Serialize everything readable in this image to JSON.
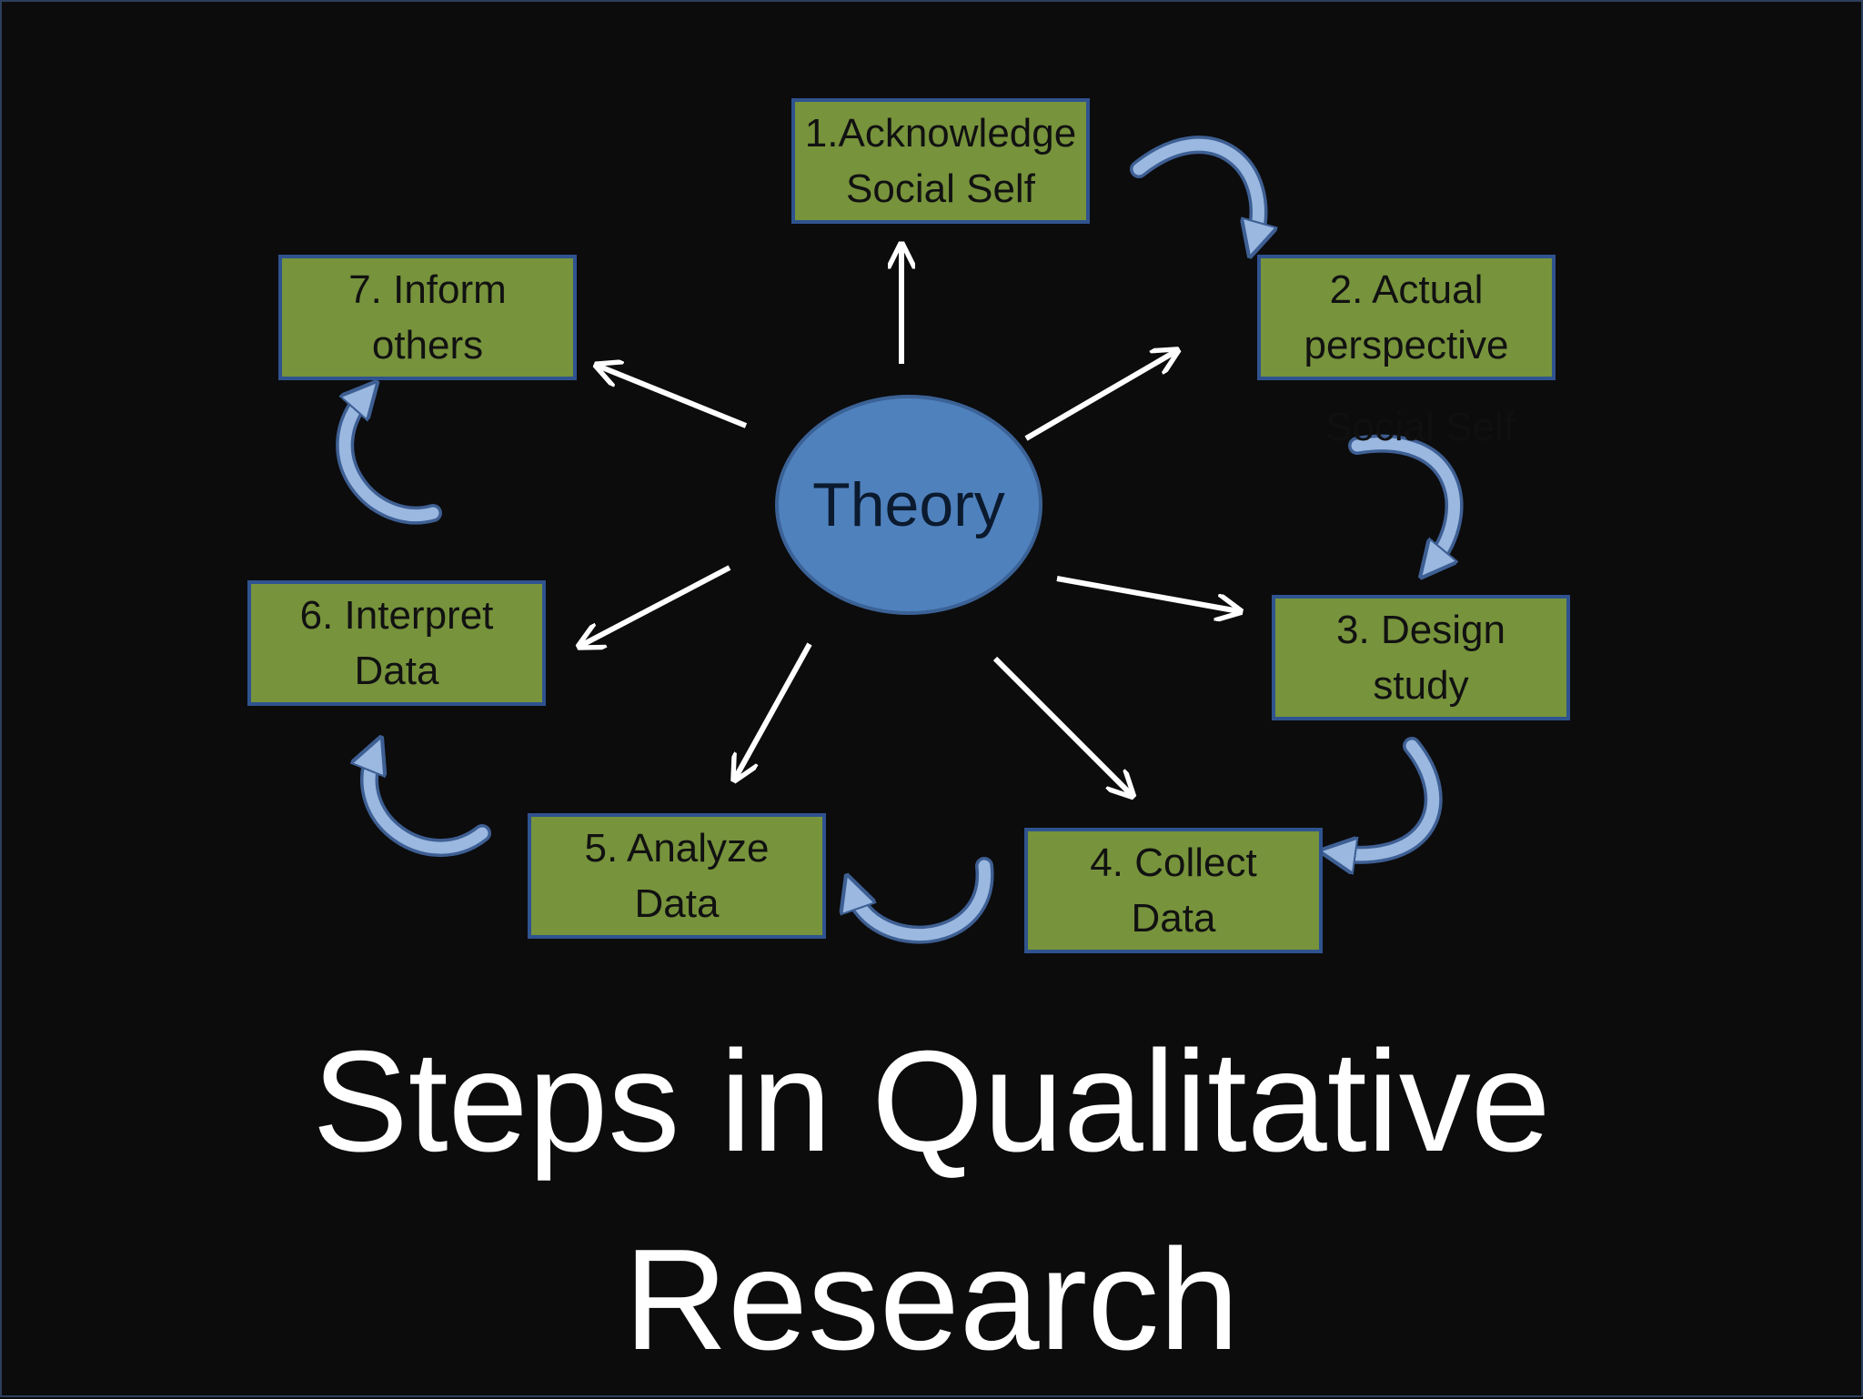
{
  "center": {
    "label": "Theory"
  },
  "steps": [
    {
      "id": "step-1",
      "label": "1.Acknowledge\nSocial Self"
    },
    {
      "id": "step-2",
      "label": "2. Actual\nperspective"
    },
    {
      "id": "step-3",
      "label": "3. Design\nstudy"
    },
    {
      "id": "step-4",
      "label": "4. Collect\nData"
    },
    {
      "id": "step-5",
      "label": "5. Analyze\nData"
    },
    {
      "id": "step-6",
      "label": "6. Interpret\nData"
    },
    {
      "id": "step-7",
      "label": "7. Inform\nothers"
    }
  ],
  "ghost_text": "Social Self",
  "title": "Steps in Qualitative\nResearch",
  "colors": {
    "background": "#0c0c0d",
    "step_fill": "#77933c",
    "step_border": "#2f538f",
    "theory_fill": "#4f81bd",
    "arrow": "#ffffff",
    "cycle_arrow": "#9ab8e0",
    "title_text": "#ffffff"
  },
  "icons": {
    "spoke_arrow": "straight-arrow-icon",
    "cycle_arrow": "curved-arrow-icon"
  }
}
